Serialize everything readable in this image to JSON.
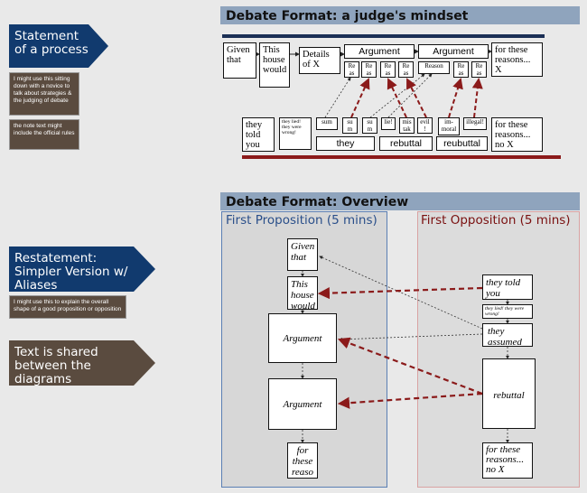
{
  "left": {
    "callout1": "Statement of a process",
    "note1": "I might use this sitting down with a novice to talk about strategies & the judging of debate",
    "note2": "the note text might include the official rules",
    "callout2": "Restatement: Simpler Version w/ Aliases",
    "note3": "I might use this to explain the overall shape of a good proposition or opposition",
    "callout3": "Text is shared between the diagrams"
  },
  "top": {
    "title": "Debate Format: a judge's mindset",
    "given_that": "Given that",
    "this_house": "This house would",
    "details": "Details of X",
    "argument1": "Argument",
    "argument2": "Argument",
    "reas": "Re as",
    "reason": "Reason",
    "for_these_top": "for these reasons... X",
    "they_told": "they told you",
    "they_lied": "they lied! they were wrong!",
    "sum": "sum",
    "su_m": "su m",
    "lie": "lie!",
    "mis_tak": "mis tak",
    "evil": "evil !",
    "im_moral": "im- moral",
    "illegal": "illegal!",
    "they": "they",
    "rebuttal1": "rebuttal",
    "rebuttal2": "reubuttal",
    "for_these_bottom": "for these reasons... no X"
  },
  "bottom": {
    "title": "Debate Format: Overview",
    "prop_label": "First Proposition (5 mins)",
    "opp_label": "First Opposition (5 mins)",
    "given_that": "Given that",
    "this_house": "This house would",
    "argument1": "Argument",
    "argument2": "Argument",
    "for_these": "for these reaso",
    "they_told": "they told you",
    "they_lied": "they lied! they were wrong!",
    "they_assumed": "they assumed",
    "rebuttal": "rebuttal",
    "for_these_opp": "for these reasons... no X"
  },
  "colors": {
    "blue_callout": "#113a6e",
    "brown_callout": "#5a4b3f",
    "header": "#8fa4bd",
    "prop_border": "#5b7fb4",
    "opp_border": "#d9a3a3",
    "arrow_red": "#8b1a1a"
  }
}
